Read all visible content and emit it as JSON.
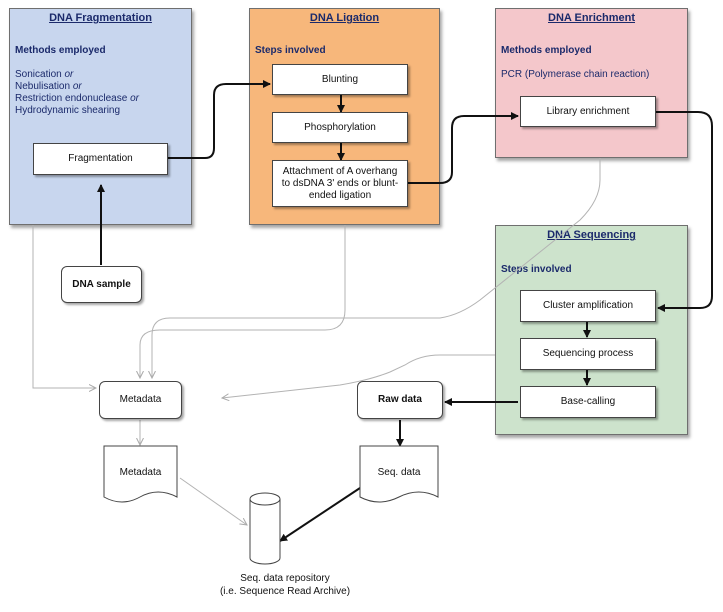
{
  "panels": {
    "fragmentation": {
      "title": "DNA Fragmentation",
      "subtitle": "Methods employed",
      "method1": "Sonication",
      "method2": "Nebulisation",
      "method3": "Restriction endonuclease",
      "method4": "Hydrodynamic shearing",
      "or": "or",
      "box": "Fragmentation",
      "color": "#c8d6ee"
    },
    "ligation": {
      "title": "DNA Ligation",
      "subtitle": "Steps involved",
      "step1": "Blunting",
      "step2": "Phosphorylation",
      "step3_line1": "Attachment of A overhang",
      "step3_line2": "to dsDNA 3' ends or blunt-",
      "step3_line3": "ended ligation",
      "color": "#f7b77b"
    },
    "enrichment": {
      "title": "DNA Enrichment",
      "subtitle": "Methods employed",
      "method": "PCR (Polymerase chain reaction)",
      "box": "Library enrichment",
      "color": "#f4c7cb"
    },
    "sequencing": {
      "title": "DNA Sequencing",
      "subtitle": "Steps involved",
      "step1": "Cluster amplification",
      "step2": "Sequencing process",
      "step3": "Base-calling",
      "color": "#cde3cc"
    }
  },
  "nodes": {
    "dna_sample": "DNA sample",
    "metadata": "Metadata",
    "raw_data": "Raw data",
    "metadata_doc": "Metadata",
    "seq_data_doc": "Seq. data",
    "repository_line1": "Seq. data repository",
    "repository_line2": "(i.e. Sequence Read Archive)"
  }
}
